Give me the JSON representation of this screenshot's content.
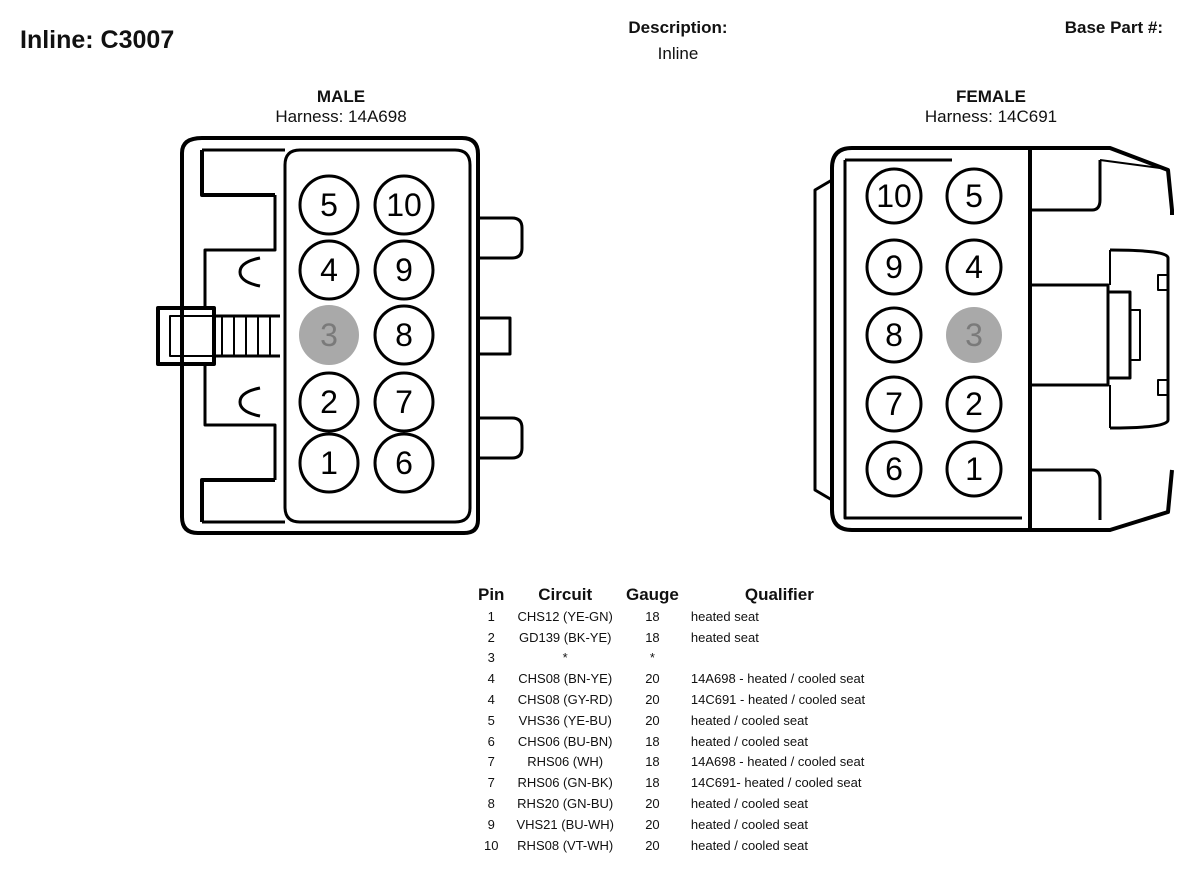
{
  "header": {
    "title": "Inline: C3007",
    "description_label": "Description:",
    "description_value": "Inline",
    "base_part_label": "Base Part #:"
  },
  "male": {
    "title": "MALE",
    "harness": "Harness: 14A698",
    "pins": [
      {
        "label": "5",
        "empty": false
      },
      {
        "label": "10",
        "empty": false
      },
      {
        "label": "4",
        "empty": false
      },
      {
        "label": "9",
        "empty": false
      },
      {
        "label": "3",
        "empty": true
      },
      {
        "label": "8",
        "empty": false
      },
      {
        "label": "2",
        "empty": false
      },
      {
        "label": "7",
        "empty": false
      },
      {
        "label": "1",
        "empty": false
      },
      {
        "label": "6",
        "empty": false
      }
    ]
  },
  "female": {
    "title": "FEMALE",
    "harness": "Harness: 14C691",
    "pins": [
      {
        "label": "10",
        "empty": false
      },
      {
        "label": "5",
        "empty": false
      },
      {
        "label": "9",
        "empty": false
      },
      {
        "label": "4",
        "empty": false
      },
      {
        "label": "8",
        "empty": false
      },
      {
        "label": "3",
        "empty": true
      },
      {
        "label": "7",
        "empty": false
      },
      {
        "label": "2",
        "empty": false
      },
      {
        "label": "6",
        "empty": false
      },
      {
        "label": "1",
        "empty": false
      }
    ]
  },
  "colors": {
    "line": "#000000",
    "empty_pin": "#a9a9a9",
    "empty_pin_text": "#7a7a7a"
  },
  "table": {
    "headers": [
      "Pin",
      "Circuit",
      "Gauge",
      "Qualifier"
    ],
    "rows": [
      {
        "pin": "1",
        "circuit": "CHS12 (YE-GN)",
        "gauge": "18",
        "qualifier": "heated seat"
      },
      {
        "pin": "2",
        "circuit": "GD139 (BK-YE)",
        "gauge": "18",
        "qualifier": "heated seat"
      },
      {
        "pin": "3",
        "circuit": "*",
        "gauge": "*",
        "qualifier": ""
      },
      {
        "pin": "4",
        "circuit": "CHS08 (BN-YE)",
        "gauge": "20",
        "qualifier": "14A698 - heated / cooled seat"
      },
      {
        "pin": "4",
        "circuit": "CHS08 (GY-RD)",
        "gauge": "20",
        "qualifier": "14C691 - heated / cooled seat"
      },
      {
        "pin": "5",
        "circuit": "VHS36 (YE-BU)",
        "gauge": "20",
        "qualifier": "heated / cooled seat"
      },
      {
        "pin": "6",
        "circuit": "CHS06 (BU-BN)",
        "gauge": "18",
        "qualifier": "heated / cooled seat"
      },
      {
        "pin": "7",
        "circuit": "RHS06 (WH)",
        "gauge": "18",
        "qualifier": "14A698 - heated / cooled seat"
      },
      {
        "pin": "7",
        "circuit": "RHS06 (GN-BK)",
        "gauge": "18",
        "qualifier": "14C691- heated / cooled seat"
      },
      {
        "pin": "8",
        "circuit": "RHS20 (GN-BU)",
        "gauge": "20",
        "qualifier": "heated / cooled seat"
      },
      {
        "pin": "9",
        "circuit": "VHS21 (BU-WH)",
        "gauge": "20",
        "qualifier": "heated / cooled seat"
      },
      {
        "pin": "10",
        "circuit": "RHS08 (VT-WH)",
        "gauge": "20",
        "qualifier": "heated / cooled seat"
      }
    ]
  }
}
